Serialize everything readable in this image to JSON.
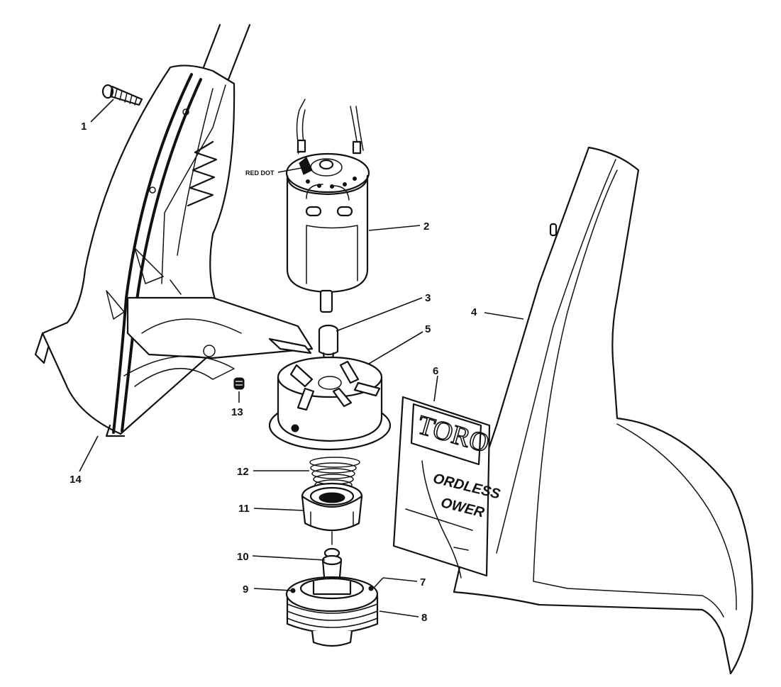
{
  "diagram": {
    "callouts": {
      "c1": "1",
      "c2": "2",
      "c3": "3",
      "c4": "4",
      "c5": "5",
      "c6": "6",
      "c7": "7",
      "c8": "8",
      "c9": "9",
      "c10": "10",
      "c11": "11",
      "c12": "12",
      "c13": "13",
      "c14": "14"
    },
    "annotations": {
      "plus": "+",
      "red_dot": "RED DOT"
    },
    "decal": {
      "logo": "TORO",
      "text_line1": "ORDLESS",
      "text_line2": "OWER"
    }
  }
}
